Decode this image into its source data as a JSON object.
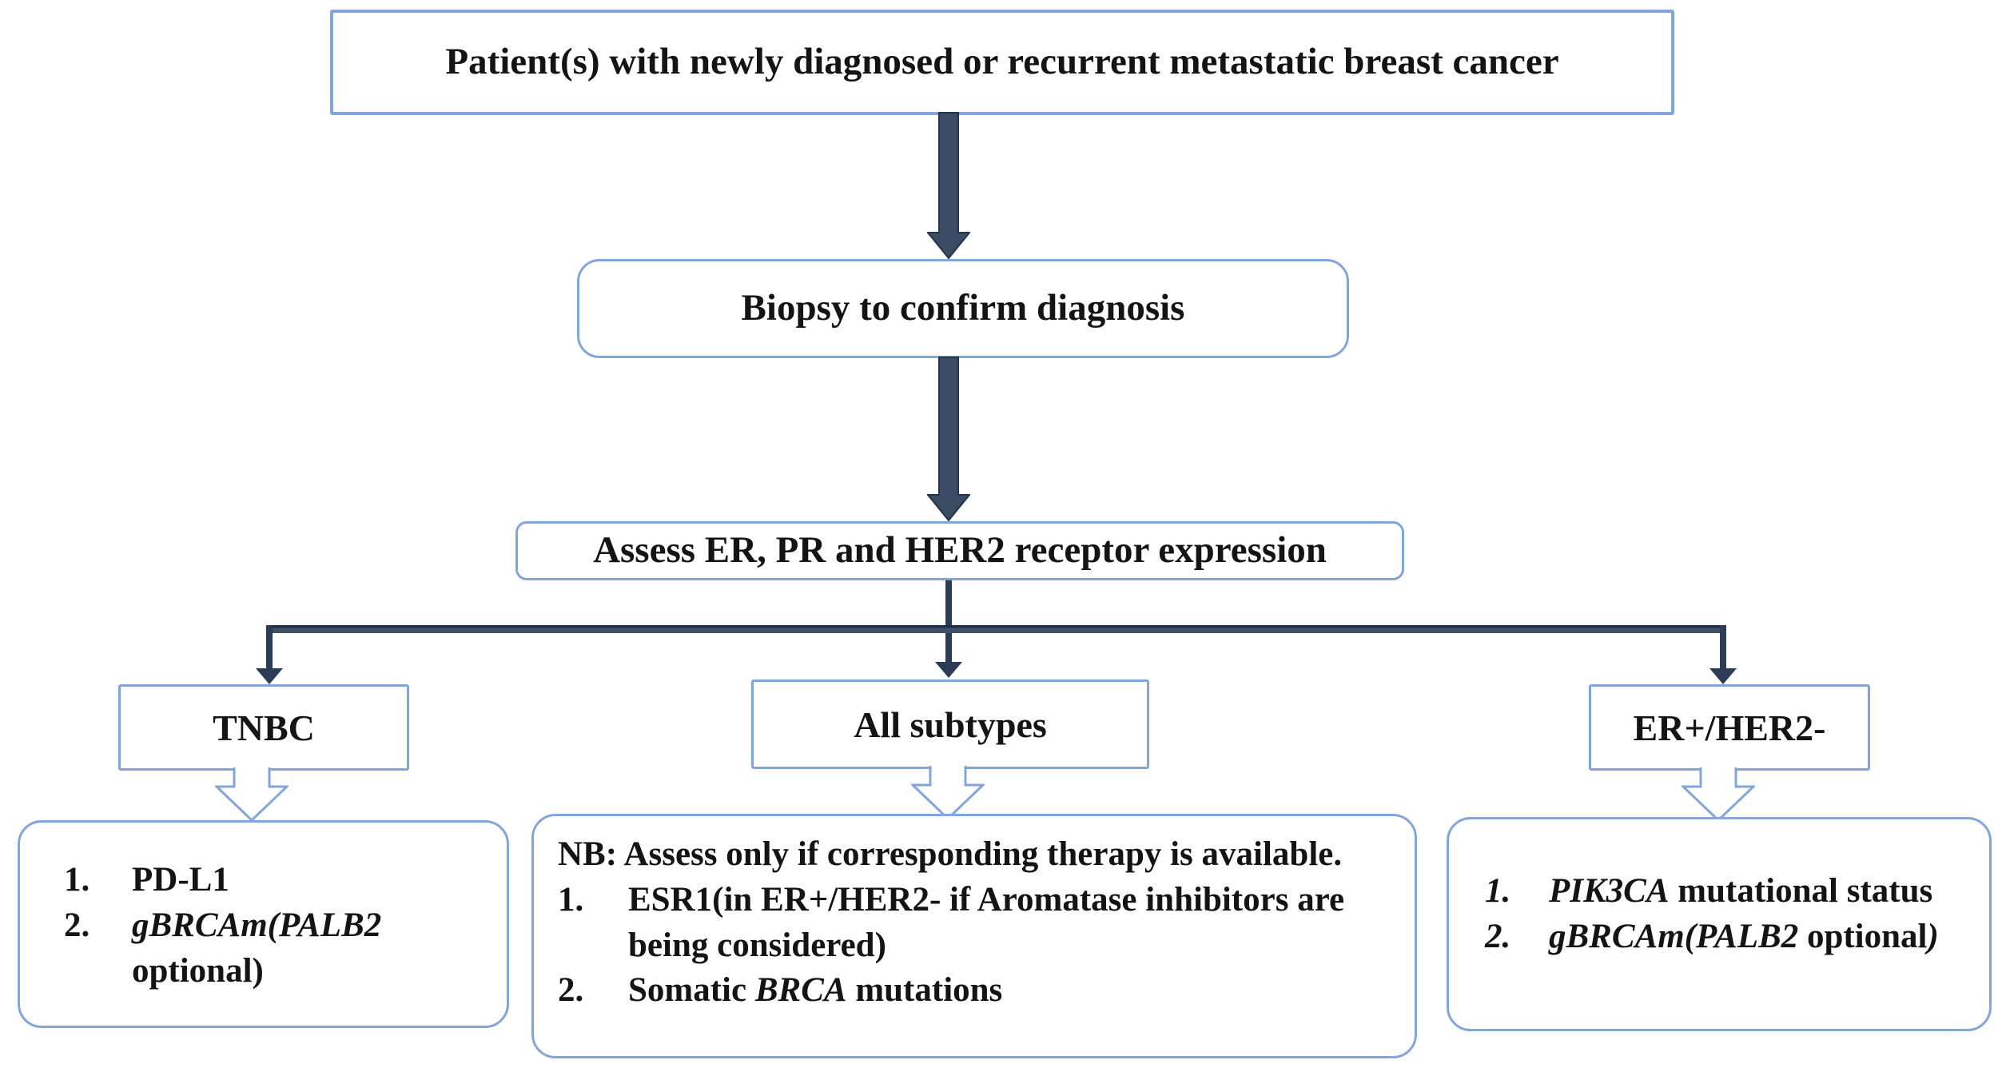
{
  "figure": {
    "type": "flowchart",
    "colors": {
      "box_border": "#84a5da",
      "connector": "#2b3c56",
      "thick_arrow_fill": "#3c4b64",
      "thick_arrow_stroke": "#24344e",
      "text": "#141414",
      "background": "#ffffff"
    },
    "top_box": {
      "text": "Patient(s) with newly diagnosed or recurrent metastatic breast cancer"
    },
    "biopsy_box": {
      "text": "Biopsy to confirm diagnosis"
    },
    "assess_box": {
      "text": "Assess ER, PR and HER2 receptor expression"
    },
    "branches": [
      {
        "id": "tnbc",
        "label": "TNBC",
        "items": [
          {
            "num": [
              {
                "text": "1.",
                "italic": false
              }
            ],
            "segments": [
              {
                "text": "PD-L1",
                "italic": false
              }
            ]
          },
          {
            "num": [
              {
                "text": "2.",
                "italic": false
              }
            ],
            "segments": [
              {
                "text": "gBRCAm(PALB2",
                "italic": true
              },
              {
                "text": " optional)",
                "italic": false
              }
            ]
          }
        ]
      },
      {
        "id": "all-subtypes",
        "label": "All subtypes",
        "note": "NB: Assess only if corresponding therapy is available.",
        "items": [
          {
            "num": [
              {
                "text": "1.",
                "italic": false
              }
            ],
            "segments": [
              {
                "text": "ESR1(in ER+/HER2- if Aromatase inhibitors are being considered)",
                "italic": false
              }
            ]
          },
          {
            "num": [
              {
                "text": "2.",
                "italic": false
              }
            ],
            "segments": [
              {
                "text": "Somatic ",
                "italic": false
              },
              {
                "text": "BRCA",
                "italic": true
              },
              {
                "text": " mutations",
                "italic": false
              }
            ]
          }
        ]
      },
      {
        "id": "er-pos-her2-neg",
        "label": "ER+/HER2-",
        "items": [
          {
            "num": [
              {
                "text": "1.",
                "italic": true
              }
            ],
            "segments": [
              {
                "text": "PIK3CA",
                "italic": true
              },
              {
                "text": " mutational status",
                "italic": false
              }
            ]
          },
          {
            "num": [
              {
                "text": "2.",
                "italic": true
              }
            ],
            "segments": [
              {
                "text": "gBRCAm(PALB2",
                "italic": true
              },
              {
                "text": " optional",
                "italic": false
              },
              {
                "text": ")",
                "italic": true
              }
            ]
          }
        ]
      }
    ]
  }
}
